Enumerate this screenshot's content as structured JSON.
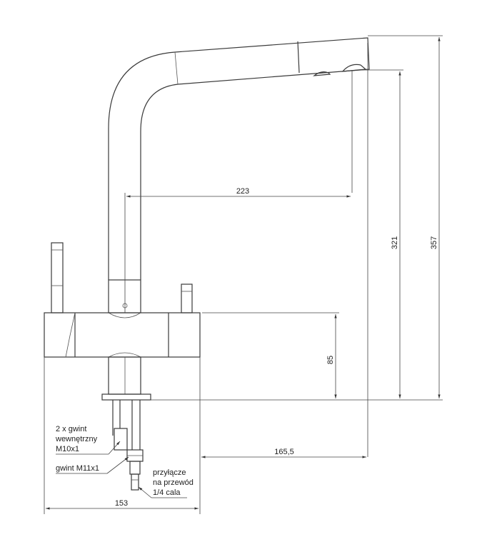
{
  "dimensions": {
    "spout_reach": "223",
    "outlet_height": "321",
    "total_height": "357",
    "body_height": "85",
    "axis_to_outlet": "165,5",
    "body_width": "153"
  },
  "annotations": {
    "internal_thread": [
      "2 x gwint",
      "wewnętrzny",
      "M10x1"
    ],
    "thread_m11": "gwint M11x1",
    "hose_connector": [
      "przyłącze",
      "na przewód",
      "1/4 cala"
    ]
  }
}
